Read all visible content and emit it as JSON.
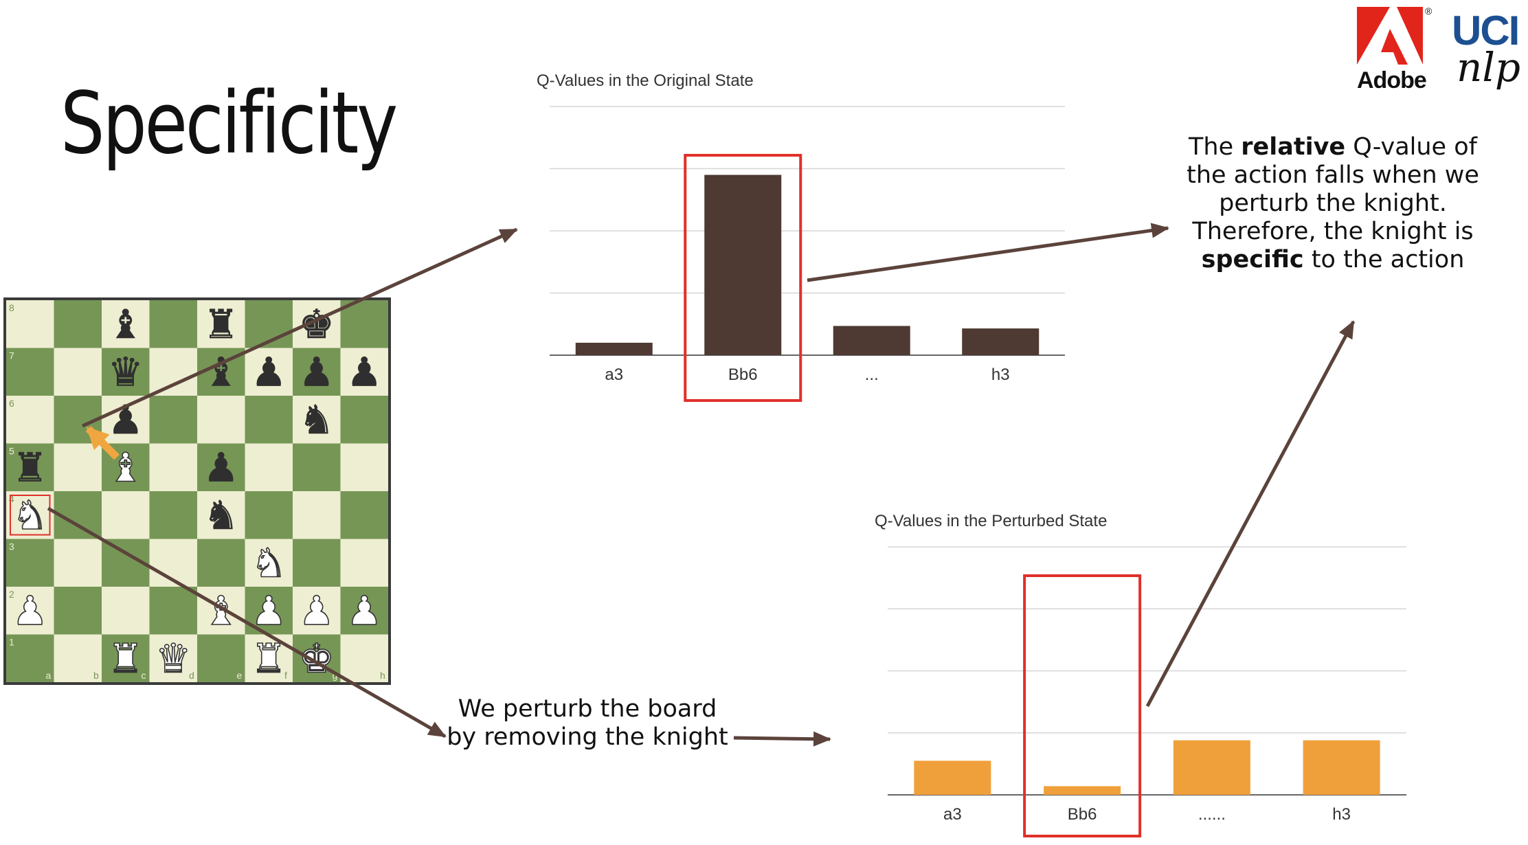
{
  "slide": {
    "title": "Specificity"
  },
  "explanation": {
    "t1": "The ",
    "b1": "relative",
    "t2": " Q-value of the action falls when we perturb the knight. Therefore, the knight is ",
    "b2": "specific",
    "t3": " to the action"
  },
  "perturb_note": "We perturb the board by removing the knight",
  "logos": {
    "adobe": "Adobe",
    "uci": "UCI",
    "nlp": "nlp",
    "registered": "®"
  },
  "colors": {
    "original_bar": "#4e3a33",
    "perturbed_bar": "#f0a03a",
    "highlight": "#e0302a",
    "arrow": "#5b433b",
    "move_arrow": "#f0a640",
    "board_light": "#eeeed2",
    "board_dark": "#769656",
    "adobe_red": "#e1251b",
    "uci_blue": "#1d4f91"
  },
  "board": {
    "files": [
      "a",
      "b",
      "c",
      "d",
      "e",
      "f",
      "g",
      "h"
    ],
    "ranks": [
      "8",
      "7",
      "6",
      "5",
      "4",
      "3",
      "2",
      "1"
    ],
    "pieces": [
      {
        "sq": "c8",
        "glyph": "♝",
        "color": "black"
      },
      {
        "sq": "e8",
        "glyph": "♜",
        "color": "black"
      },
      {
        "sq": "g8",
        "glyph": "♚",
        "color": "black"
      },
      {
        "sq": "c7",
        "glyph": "♛",
        "color": "black"
      },
      {
        "sq": "e7",
        "glyph": "♝",
        "color": "black"
      },
      {
        "sq": "f7",
        "glyph": "♟",
        "color": "black"
      },
      {
        "sq": "g7",
        "glyph": "♟",
        "color": "black"
      },
      {
        "sq": "h7",
        "glyph": "♟",
        "color": "black"
      },
      {
        "sq": "c6",
        "glyph": "♟",
        "color": "black"
      },
      {
        "sq": "g6",
        "glyph": "♞",
        "color": "black"
      },
      {
        "sq": "a5",
        "glyph": "♜",
        "color": "black"
      },
      {
        "sq": "c5",
        "glyph": "♝",
        "color": "white"
      },
      {
        "sq": "e5",
        "glyph": "♟",
        "color": "black"
      },
      {
        "sq": "a4",
        "glyph": "♞",
        "color": "white"
      },
      {
        "sq": "e4",
        "glyph": "♞",
        "color": "black"
      },
      {
        "sq": "f3",
        "glyph": "♞",
        "color": "white"
      },
      {
        "sq": "a2",
        "glyph": "♟",
        "color": "white"
      },
      {
        "sq": "e2",
        "glyph": "♝",
        "color": "white"
      },
      {
        "sq": "f2",
        "glyph": "♟",
        "color": "white"
      },
      {
        "sq": "g2",
        "glyph": "♟",
        "color": "white"
      },
      {
        "sq": "h2",
        "glyph": "♟",
        "color": "white"
      },
      {
        "sq": "c1",
        "glyph": "♜",
        "color": "white"
      },
      {
        "sq": "d1",
        "glyph": "♛",
        "color": "white"
      },
      {
        "sq": "f1",
        "glyph": "♜",
        "color": "white"
      },
      {
        "sq": "g1",
        "glyph": "♚",
        "color": "white"
      }
    ],
    "highlighted_square": "a4",
    "move_arrow": {
      "from": "c5",
      "to": "b6"
    }
  },
  "chart_data": [
    {
      "type": "bar",
      "title": "Q-Values in the Original State",
      "categories": [
        "a3",
        "Bb6",
        "...",
        "h3"
      ],
      "values": [
        0.2,
        2.9,
        0.47,
        0.43
      ],
      "ylim": [
        0,
        4
      ],
      "grid": true,
      "highlighted_category": "Bb6"
    },
    {
      "type": "bar",
      "title": "Q-Values in the Perturbed State",
      "categories": [
        "a3",
        "Bb6",
        "......",
        "h3"
      ],
      "values": [
        0.55,
        0.14,
        0.88,
        0.88
      ],
      "ylim": [
        0,
        4
      ],
      "grid": true,
      "highlighted_category": "Bb6"
    }
  ]
}
